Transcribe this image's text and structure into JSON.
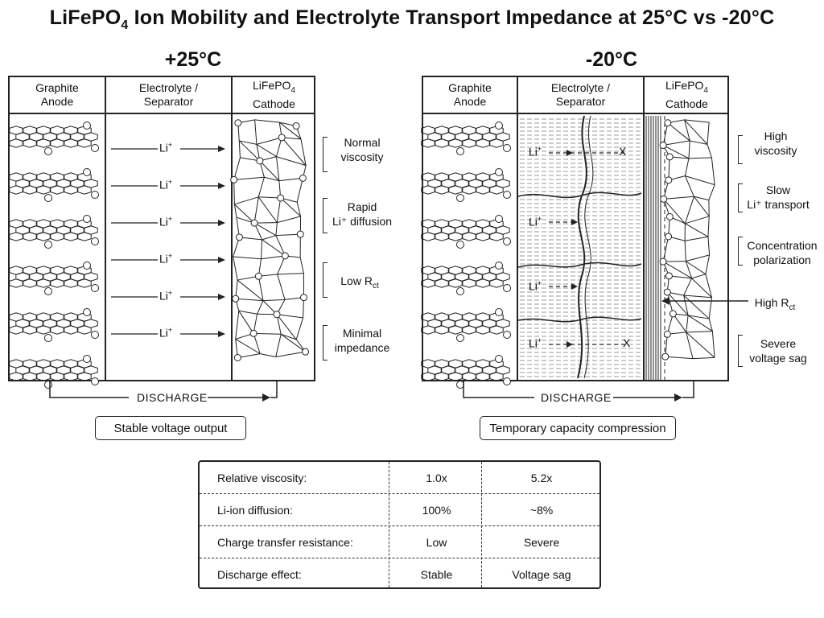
{
  "title": {
    "main": "LiFePO",
    "sub": "4",
    "rest": " Ion Mobility and Electrolyte Transport Impedance at 25°C vs -20°C"
  },
  "left": {
    "temp": "+25°C",
    "headers": {
      "anode": "Graphite\nAnode",
      "electrolyte": "Electrolyte /\nSeparator",
      "cathode_main": "LiFePO",
      "cathode_sub": "4",
      "cathode_rest": "\nCathode"
    },
    "ion_label": "Li",
    "ion_charge": "+",
    "annotations": [
      "Normal\nviscosity",
      "Rapid\nLi⁺ diffusion",
      "Low R",
      "Minimal\nimpedance"
    ],
    "rct_sub": "ct",
    "discharge": "DISCHARGE",
    "summary": "Stable voltage output"
  },
  "right": {
    "temp": "-20°C",
    "headers": {
      "anode": "Graphite\nAnode",
      "electrolyte": "Electrolyte /\nSeparator",
      "cathode_main": "LiFePO",
      "cathode_sub": "4",
      "cathode_rest": "\nCathode"
    },
    "ion_label": "Li",
    "ion_charge": "+",
    "blocked_mark": "X",
    "annotations": [
      "High\nviscosity",
      "Slow\nLi⁺ transport",
      "Concentration\npolarization",
      "High R",
      "Severe\nvoltage sag"
    ],
    "rct_sub": "ct",
    "discharge": "DISCHARGE",
    "summary": "Temporary capacity compression"
  },
  "table": {
    "rows": [
      {
        "label": "Relative viscosity:",
        "warm": "1.0x",
        "cold": "5.2x"
      },
      {
        "label": "Li-ion diffusion:",
        "warm": "100%",
        "cold": "~8%"
      },
      {
        "label": "Charge transfer resistance:",
        "warm": "Low",
        "cold": "Severe"
      },
      {
        "label": "Discharge effect:",
        "warm": "Stable",
        "cold": "Voltage sag"
      }
    ]
  }
}
